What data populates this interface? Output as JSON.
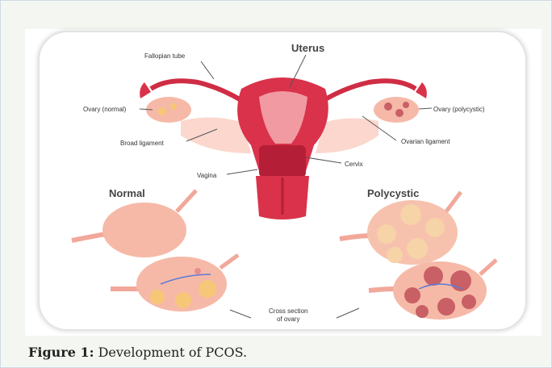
{
  "figure": {
    "labels": {
      "uterus": "Uterus",
      "fallopian_tube": "Fallopian tube",
      "ovary_normal": "Ovary (normal)",
      "broad_ligament": "Broad ligament",
      "vagina": "Vagina",
      "cervix": "Cervix",
      "ovarian_ligament": "Ovarian ligament",
      "ovary_polycystic": "Ovary (polycystic)",
      "normal": "Normal",
      "polycystic": "Polycystic",
      "cross_section_line1": "Cross section",
      "cross_section_line2": "of ovary"
    },
    "colors": {
      "uterus": "#d9324a",
      "uterus_dark": "#b41f37",
      "uterus_light": "#f19aa1",
      "ovary": "#f6b9a8",
      "ligament": "#fbd7ce",
      "follicle": "#f7c778",
      "cyst_dark": "#c96065"
    }
  },
  "caption": {
    "label": "Figure 1:",
    "text": " Development of PCOS."
  }
}
